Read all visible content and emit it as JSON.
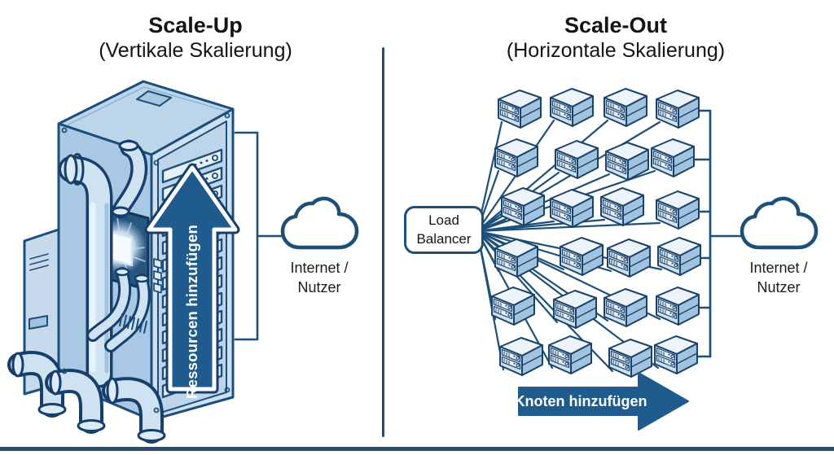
{
  "diagram": {
    "left": {
      "title": "Scale-Up",
      "subtitle": "(Vertikale Skalierung)",
      "arrow_label": "Ressourcen hinzufügen",
      "cloud_line1": "Internet /",
      "cloud_line2": "Nutzer"
    },
    "right": {
      "title": "Scale-Out",
      "subtitle": "(Horizontale Skalierung)",
      "load_balancer_line1": "Load",
      "load_balancer_line2": "Balancer",
      "arrow_label": "Knoten hinzufügen",
      "cloud_line1": "Internet /",
      "cloud_line2": "Nutzer",
      "node_grid": {
        "rows": 6,
        "cols": 4,
        "count": 24
      }
    },
    "colors": {
      "outline_dark": "#16406b",
      "line_blue": "#1d5078",
      "arrow_fill": "#1f5c8d",
      "face_light": "#cfe0ef",
      "face_mid": "#a9c8e3",
      "face_pale": "#ecf3fa",
      "slot_fill": "#e7f0f9"
    },
    "icons": {
      "rack": "server-rack-illustration",
      "node": "server-node-icon",
      "cloud": "cloud-icon",
      "up_arrow": "up-arrow-icon",
      "right_arrow": "right-arrow-icon"
    }
  }
}
